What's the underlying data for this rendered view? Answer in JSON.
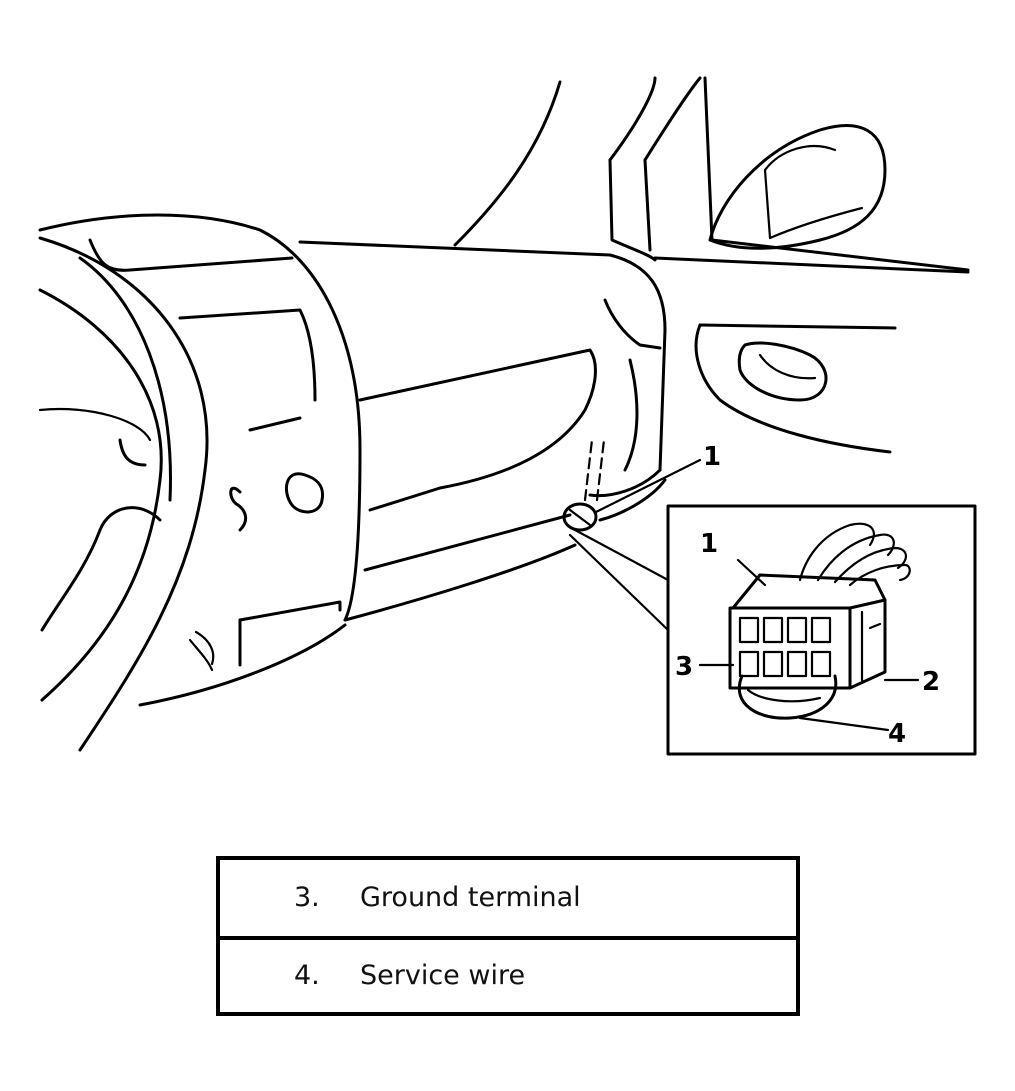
{
  "diagram": {
    "callouts": {
      "main_1": "1",
      "inset_1": "1",
      "inset_2": "2",
      "inset_3": "3",
      "inset_4": "4"
    }
  },
  "legend": {
    "rows": [
      {
        "number": "3.",
        "label": "Ground terminal"
      },
      {
        "number": "4.",
        "label": "Service wire"
      }
    ]
  }
}
